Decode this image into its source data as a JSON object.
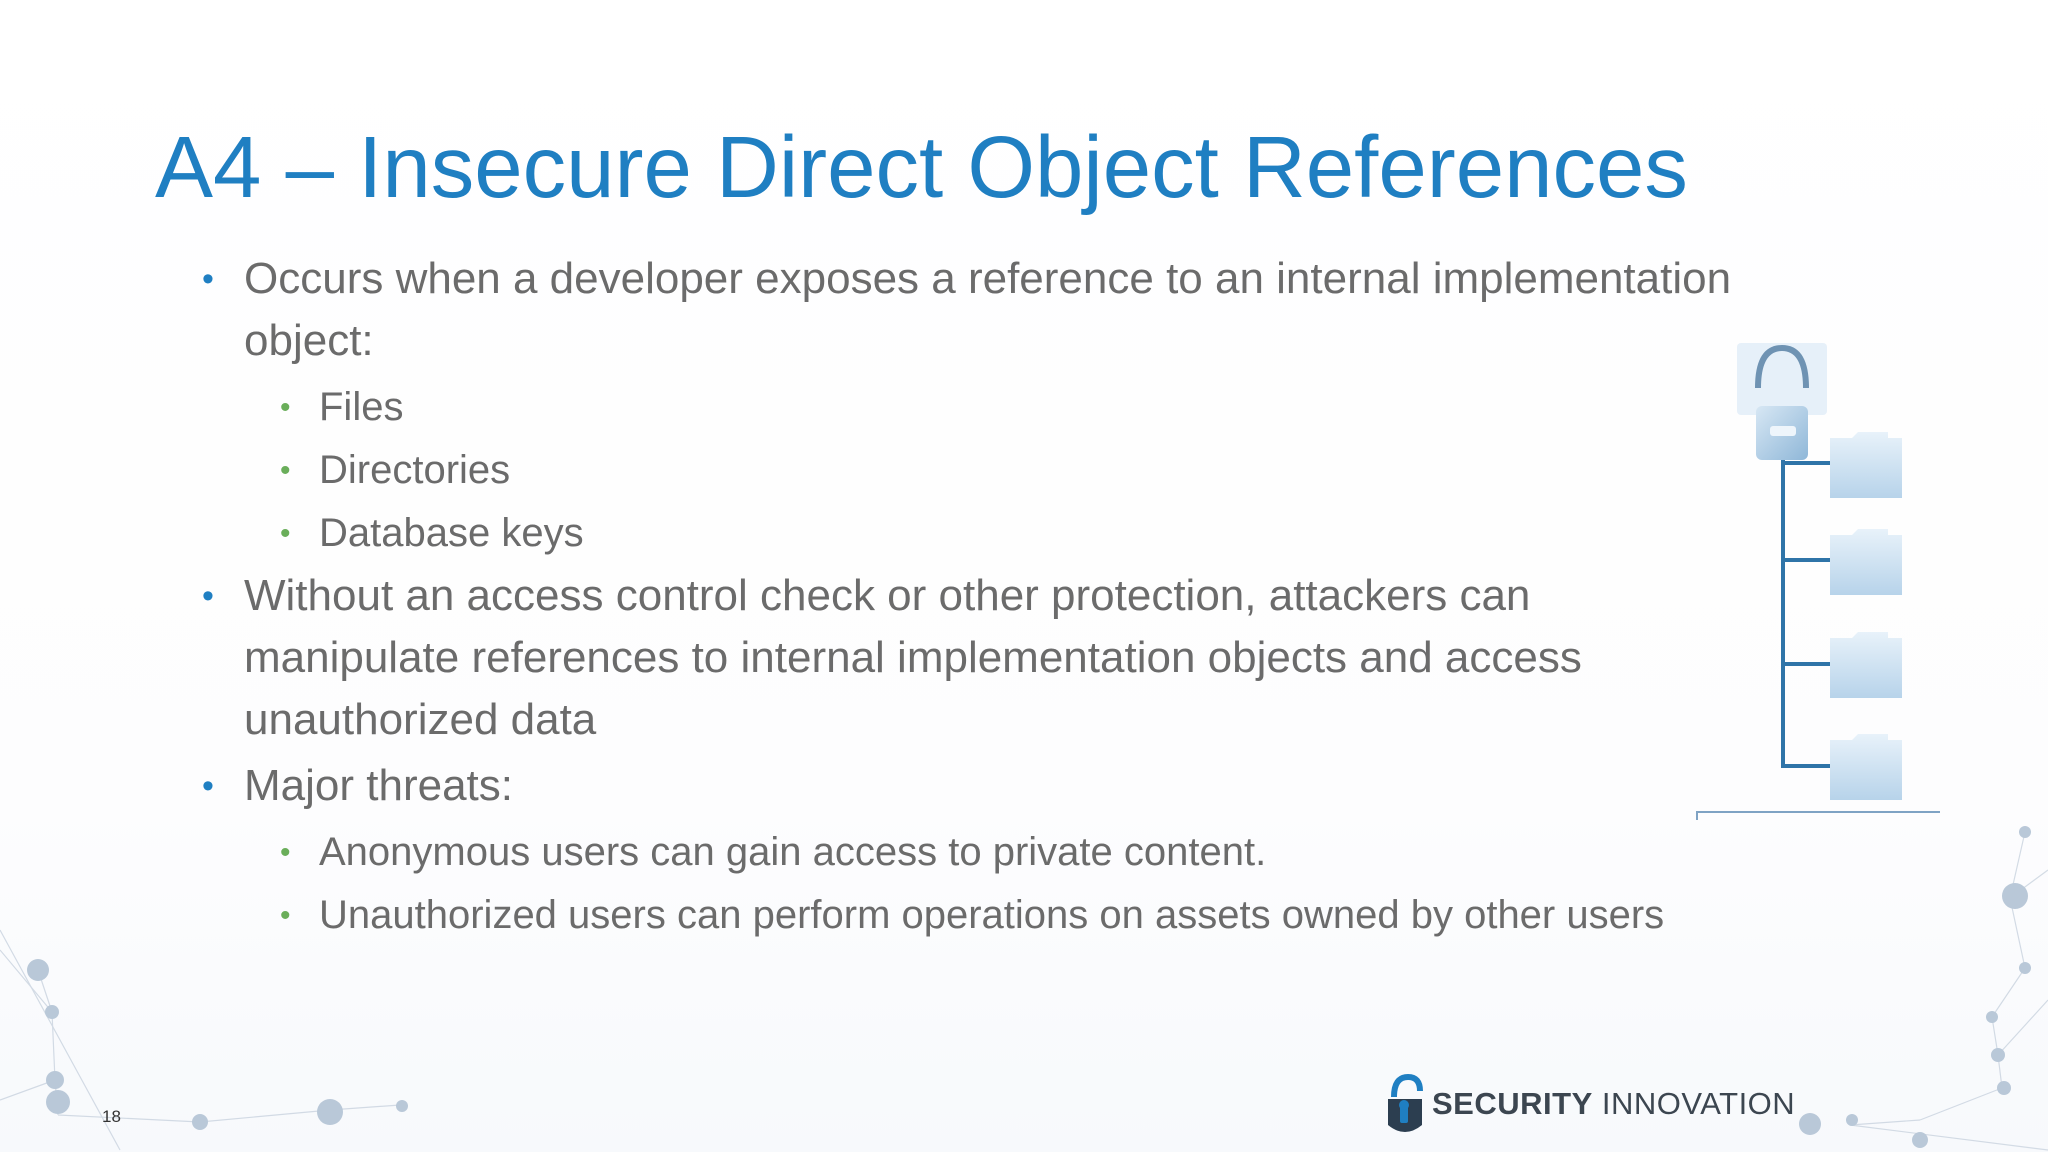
{
  "slide": {
    "title": "A4 – Insecure Direct Object References",
    "bullets": [
      {
        "text": "Occurs when a developer exposes a reference to an internal implementation object:",
        "subitems": [
          "Files",
          "Directories",
          "Database keys"
        ]
      },
      {
        "text": "Without an access control check or other protection, attackers can manipulate references to internal implementation objects and access unauthorized data",
        "subitems": []
      },
      {
        "text": "Major threats:",
        "subitems": [
          "Anonymous users can gain access to private content.",
          "Unauthorized users can perform operations on assets owned by other users"
        ]
      }
    ],
    "page_number": "18"
  },
  "logo": {
    "word1": "SECURITY",
    "word2": "INNOVATION",
    "icon": "padlock-logo-icon"
  },
  "illustration": {
    "icon": "locked-folder-tree-icon"
  },
  "colors": {
    "title": "#1f7fc2",
    "body_text": "#6b6b6b",
    "level1_bullet": "#1f7fc2",
    "level2_bullet": "#6aae5a"
  }
}
